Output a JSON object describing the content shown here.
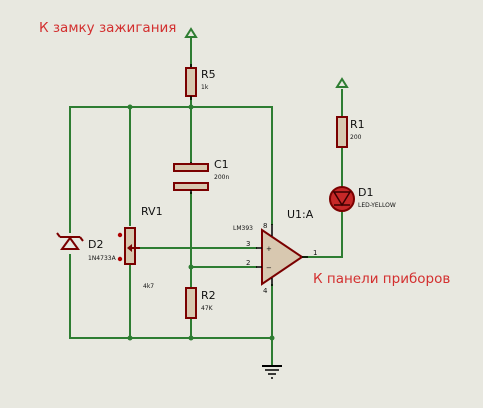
{
  "annotations": {
    "ignition": "К замку зажигания",
    "dashboard": "К панели приборов"
  },
  "components": {
    "r5": {
      "ref": "R5",
      "value": "1k"
    },
    "r1": {
      "ref": "R1",
      "value": "200"
    },
    "c1": {
      "ref": "C1",
      "value": "200n"
    },
    "d1": {
      "ref": "D1",
      "value": "LED-YELLOW"
    },
    "d2": {
      "ref": "D2",
      "value": "1N4733A"
    },
    "rv1": {
      "ref": "RV1",
      "value": "4k7"
    },
    "r2": {
      "ref": "R2",
      "value": "47K"
    },
    "u1": {
      "ref": "U1:A",
      "value": "LM393"
    }
  },
  "pins": {
    "u1_in_plus": "3",
    "u1_in_minus": "2",
    "u1_out": "1",
    "u1_vcc": "8",
    "u1_gnd": "4",
    "plus_sign": "+",
    "minus_sign": "−"
  },
  "colors": {
    "wire": "#2e7d32",
    "component": "#7a0000",
    "annotation": "#d32f2f"
  }
}
